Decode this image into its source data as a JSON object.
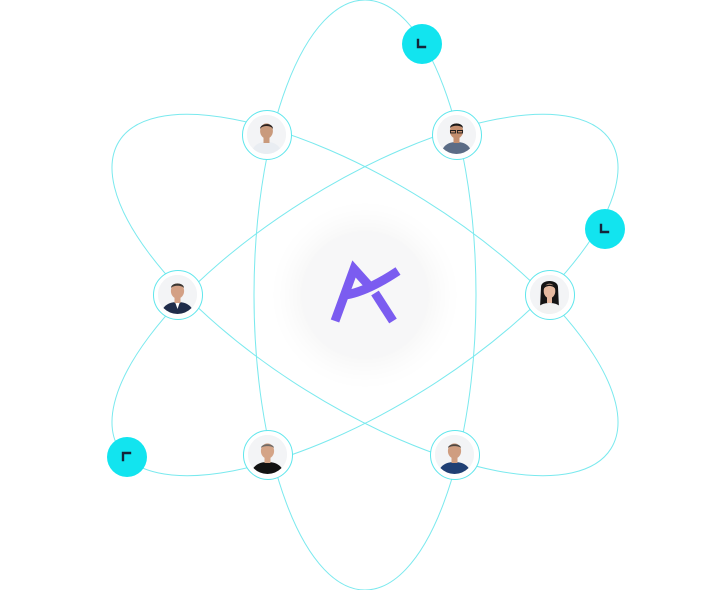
{
  "brand": {
    "logo_name": "A logo mark",
    "logo_color": "#7b5cf0",
    "badge_bg": "#f7f7f8"
  },
  "colors": {
    "orbit": "#7ae9ee",
    "ring": "#5fe6ec",
    "nav_dot": "#12e4ef",
    "nav_chevron": "#14243a"
  },
  "avatars": [
    {
      "id": "top-left",
      "shirt": "#e9edf2",
      "hair": "#2b2220",
      "skin": "#c99a7c"
    },
    {
      "id": "top-right",
      "shirt": "#5b6c86",
      "hair": "#1b1a1a",
      "skin": "#c48e6e"
    },
    {
      "id": "mid-left",
      "shirt": "#1f2c4a",
      "hair": "#3b3734",
      "skin": "#d3a085"
    },
    {
      "id": "mid-right",
      "shirt": "#f2f2f2",
      "hair": "#151414",
      "skin": "#e6b9a0"
    },
    {
      "id": "bottom-left",
      "shirt": "#121212",
      "hair": "#6f6a66",
      "skin": "#d4a487"
    },
    {
      "id": "bottom-right",
      "shirt": "#1f3f74",
      "hair": "#4f4842",
      "skin": "#cf9d80"
    }
  ],
  "nav_dots": [
    {
      "id": "top",
      "icon": "chevron-down-left-icon"
    },
    {
      "id": "right",
      "icon": "chevron-down-left-icon"
    },
    {
      "id": "bottom-left",
      "icon": "chevron-up-left-icon"
    }
  ]
}
